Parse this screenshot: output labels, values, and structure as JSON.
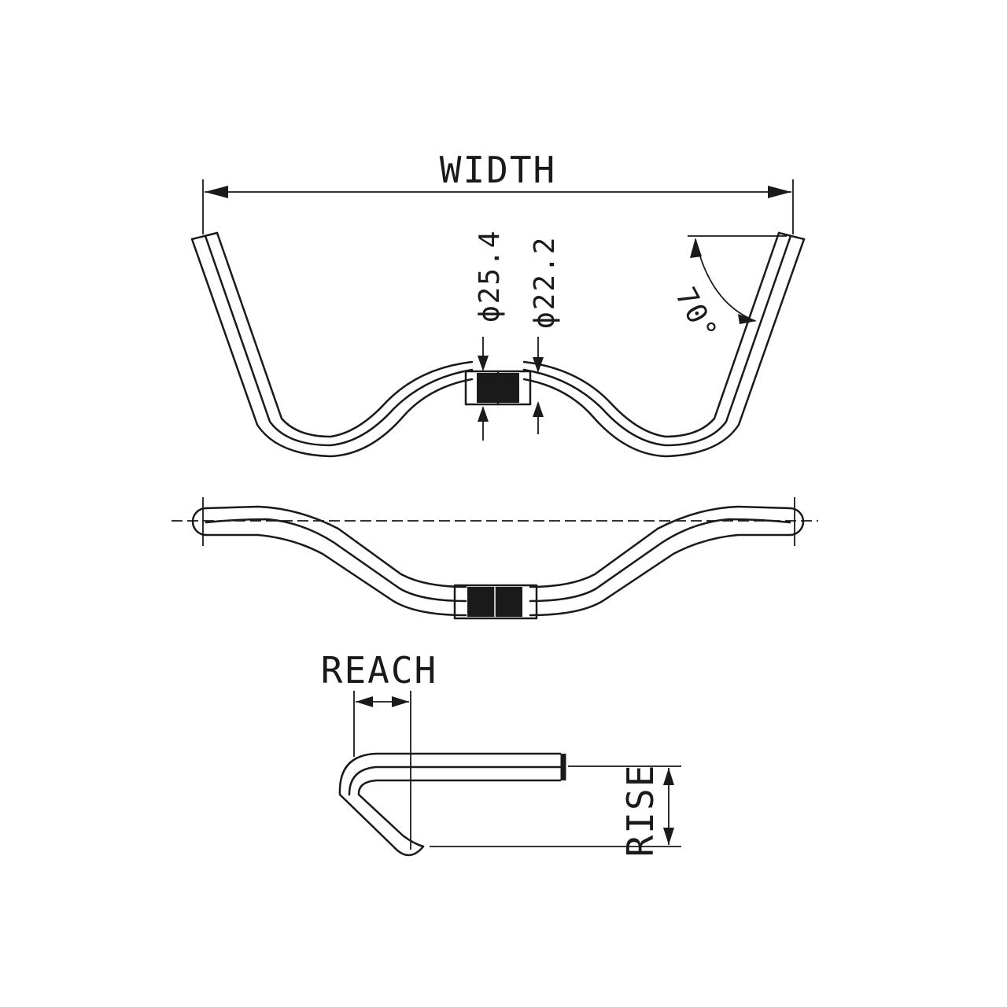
{
  "labels": {
    "width": "WIDTH",
    "diameter_clamp": "ϕ25.4",
    "diameter_grip": "ϕ22.2",
    "angle": "70°",
    "reach": "REACH",
    "rise": "RISE"
  },
  "colors": {
    "line": "#1a1a1a",
    "clamp_fill": "#1a1a1a",
    "background": "#ffffff"
  }
}
